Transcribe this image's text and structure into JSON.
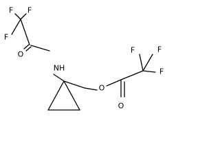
{
  "structure": {
    "atoms": {
      "left_f_top_left": "F",
      "left_f_top_right": "F",
      "left_f_left": "F",
      "left_carbonyl_o": "O",
      "amide_nh": "NH",
      "ester_o": "O",
      "right_carbonyl_o": "O",
      "right_f_top_left": "F",
      "right_f_top_right": "F",
      "right_f_right": "F"
    }
  }
}
